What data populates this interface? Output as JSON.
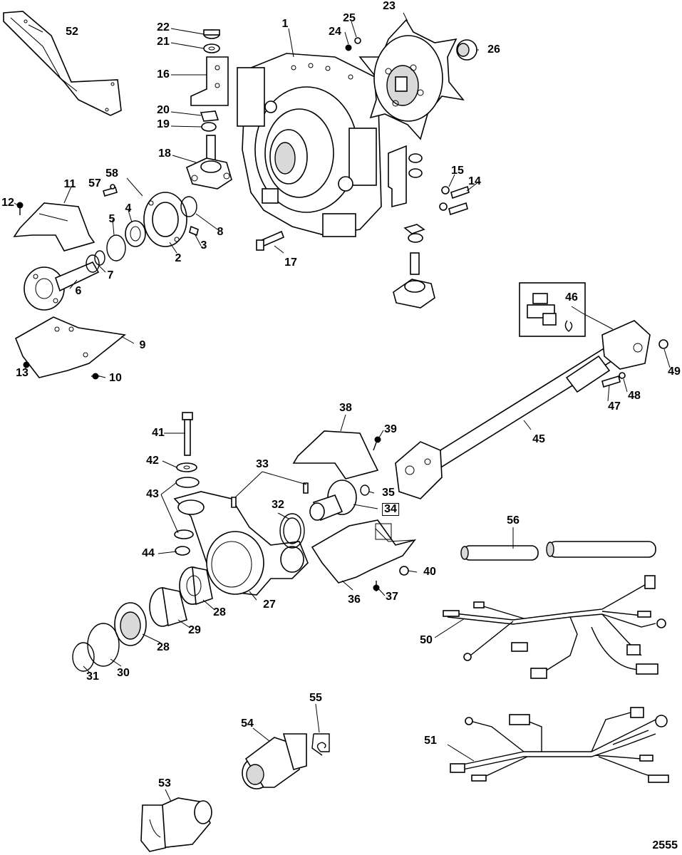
{
  "figure_number": "2555",
  "callouts": {
    "c1": "1",
    "c2": "2",
    "c3": "3",
    "c4": "4",
    "c5": "5",
    "c6": "6",
    "c7": "7",
    "c8": "8",
    "c9": "9",
    "c10": "10",
    "c11": "11",
    "c12": "12",
    "c13": "13",
    "c14": "14",
    "c15": "15",
    "c16": "16",
    "c17": "17",
    "c18": "18",
    "c19": "19",
    "c20": "20",
    "c21": "21",
    "c22": "22",
    "c23": "23",
    "c24": "24",
    "c25": "25",
    "c26": "26",
    "c27": "27",
    "c28a": "28",
    "c28b": "28",
    "c29": "29",
    "c30": "30",
    "c31": "31",
    "c32": "32",
    "c33": "33",
    "c34": "34",
    "c35": "35",
    "c36": "36",
    "c37": "37",
    "c38": "38",
    "c39": "39",
    "c40": "40",
    "c41": "41",
    "c42": "42",
    "c43": "43",
    "c44": "44",
    "c45": "45",
    "c46": "46",
    "c47": "47",
    "c48": "48",
    "c49": "49",
    "c50": "50",
    "c51": "51",
    "c52": "52",
    "c53": "53",
    "c54": "54",
    "c55": "55",
    "c56": "56",
    "c57": "57",
    "c58": "58"
  }
}
